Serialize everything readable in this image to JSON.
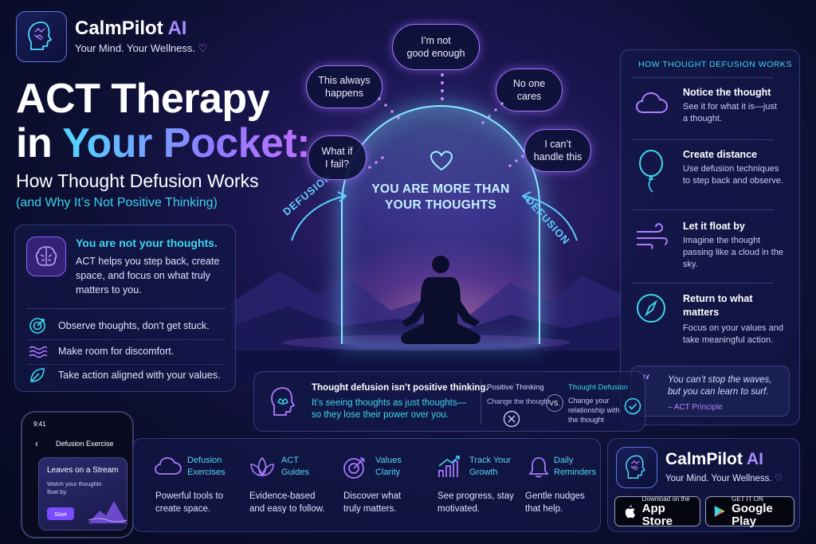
{
  "brand": {
    "name": "CalmPilot",
    "name_ai": "AI",
    "tagline": "Your Mind. Your Wellness.",
    "heart": "♡"
  },
  "headline": {
    "line1": "ACT Therapy",
    "line2_a": "in ",
    "line2_b": "Your Pocket:",
    "subtitle": "How Thought Defusion Works",
    "subtitle2": "(and Why It’s Not Positive Thinking)"
  },
  "left_panel": {
    "title": "You are not your thoughts.",
    "body": "ACT helps you step back, create space, and focus on what truly matters to you.",
    "bullets": [
      {
        "icon": "target-icon",
        "text": "Observe thoughts, don’t get stuck."
      },
      {
        "icon": "waves-icon",
        "text": "Make room for discomfort."
      },
      {
        "icon": "leaf-icon",
        "text": "Take action aligned with your values."
      }
    ]
  },
  "thoughts": [
    "I’m not\ngood enough",
    "This always\nhappens",
    "No one\ncares",
    "What if\nI fail?",
    "I can’t\nhandle this"
  ],
  "dome": {
    "text": "YOU ARE MORE THAN YOUR THOUGHTS",
    "defusion_left": "DEFUSION",
    "defusion_right": "DEFUSION"
  },
  "right_panel": {
    "header": "HOW THOUGHT DEFUSION WORKS",
    "steps": [
      {
        "icon": "cloud-icon",
        "title": "Notice the thought",
        "desc": "See it for what it is—just a thought."
      },
      {
        "icon": "balloon-icon",
        "title": "Create distance",
        "desc": "Use defusion techniques to step back and observe."
      },
      {
        "icon": "wind-icon",
        "title": "Let it float by",
        "desc": "Imagine the thought passing like a cloud in the sky."
      },
      {
        "icon": "compass-icon",
        "title": "Return to what matters",
        "desc": "Focus on your values and take meaningful action."
      }
    ],
    "quote": "You can’t stop the waves, but you can learn to surf.",
    "quote_source": "– ACT Principle"
  },
  "comparison": {
    "title": "Thought defusion isn’t positive thinking.",
    "body": "It’s seeing thoughts as just thoughts—so they lose their power over you.",
    "positive_label": "Positive Thinking",
    "positive_desc": "Change the thought",
    "vs": "VS.",
    "defusion_label": "Thought Defusion",
    "defusion_desc": "Change your relationship with the thought"
  },
  "phone": {
    "time": "9:41",
    "screen_title": "Defusion Exercise",
    "card_title": "Leaves on a Stream",
    "card_desc": "Watch your thoughts float by.",
    "start": "Start"
  },
  "features": [
    {
      "icon": "cloud-icon",
      "title": "Defusion Exercises",
      "desc": "Powerful tools to create space."
    },
    {
      "icon": "lotus-icon",
      "title": "ACT Guides",
      "desc": "Evidence-based and easy to follow."
    },
    {
      "icon": "target-icon",
      "title": "Values Clarity",
      "desc": "Discover what truly matters."
    },
    {
      "icon": "chart-icon",
      "title": "Track Your Growth",
      "desc": "See progress, stay motivated."
    },
    {
      "icon": "bell-icon",
      "title": "Daily Reminders",
      "desc": "Gentle nudges that help."
    }
  ],
  "stores": {
    "apple_small": "Download on the",
    "apple_big": "App Store",
    "google_small": "GET IT ON",
    "google_big": "Google Play"
  },
  "colors": {
    "accent_teal": "#3fd6ef",
    "accent_purple": "#a98bff",
    "background": "#0c0f30"
  }
}
